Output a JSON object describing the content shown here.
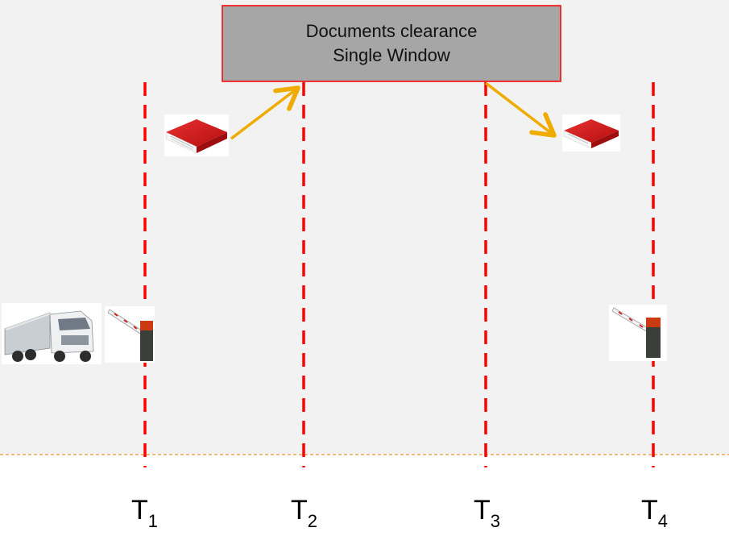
{
  "clearance_box": {
    "line1": "Documents clearance",
    "line2": "Single Window"
  },
  "timeline_labels": [
    {
      "letter": "T",
      "sub": "1"
    },
    {
      "letter": "T",
      "sub": "2"
    },
    {
      "letter": "T",
      "sub": "3"
    },
    {
      "letter": "T",
      "sub": "4"
    }
  ],
  "colors": {
    "background": "#f2f2f2",
    "box_fill": "#a6a6a6",
    "box_border": "#ff0000",
    "dashed_line": "#ff0000",
    "arrow": "#f0ab00",
    "ground_line": "#e69a2e",
    "document": "#d91a1a"
  },
  "icons": [
    "truck-icon",
    "barrier-gate-icon",
    "document-icon"
  ]
}
